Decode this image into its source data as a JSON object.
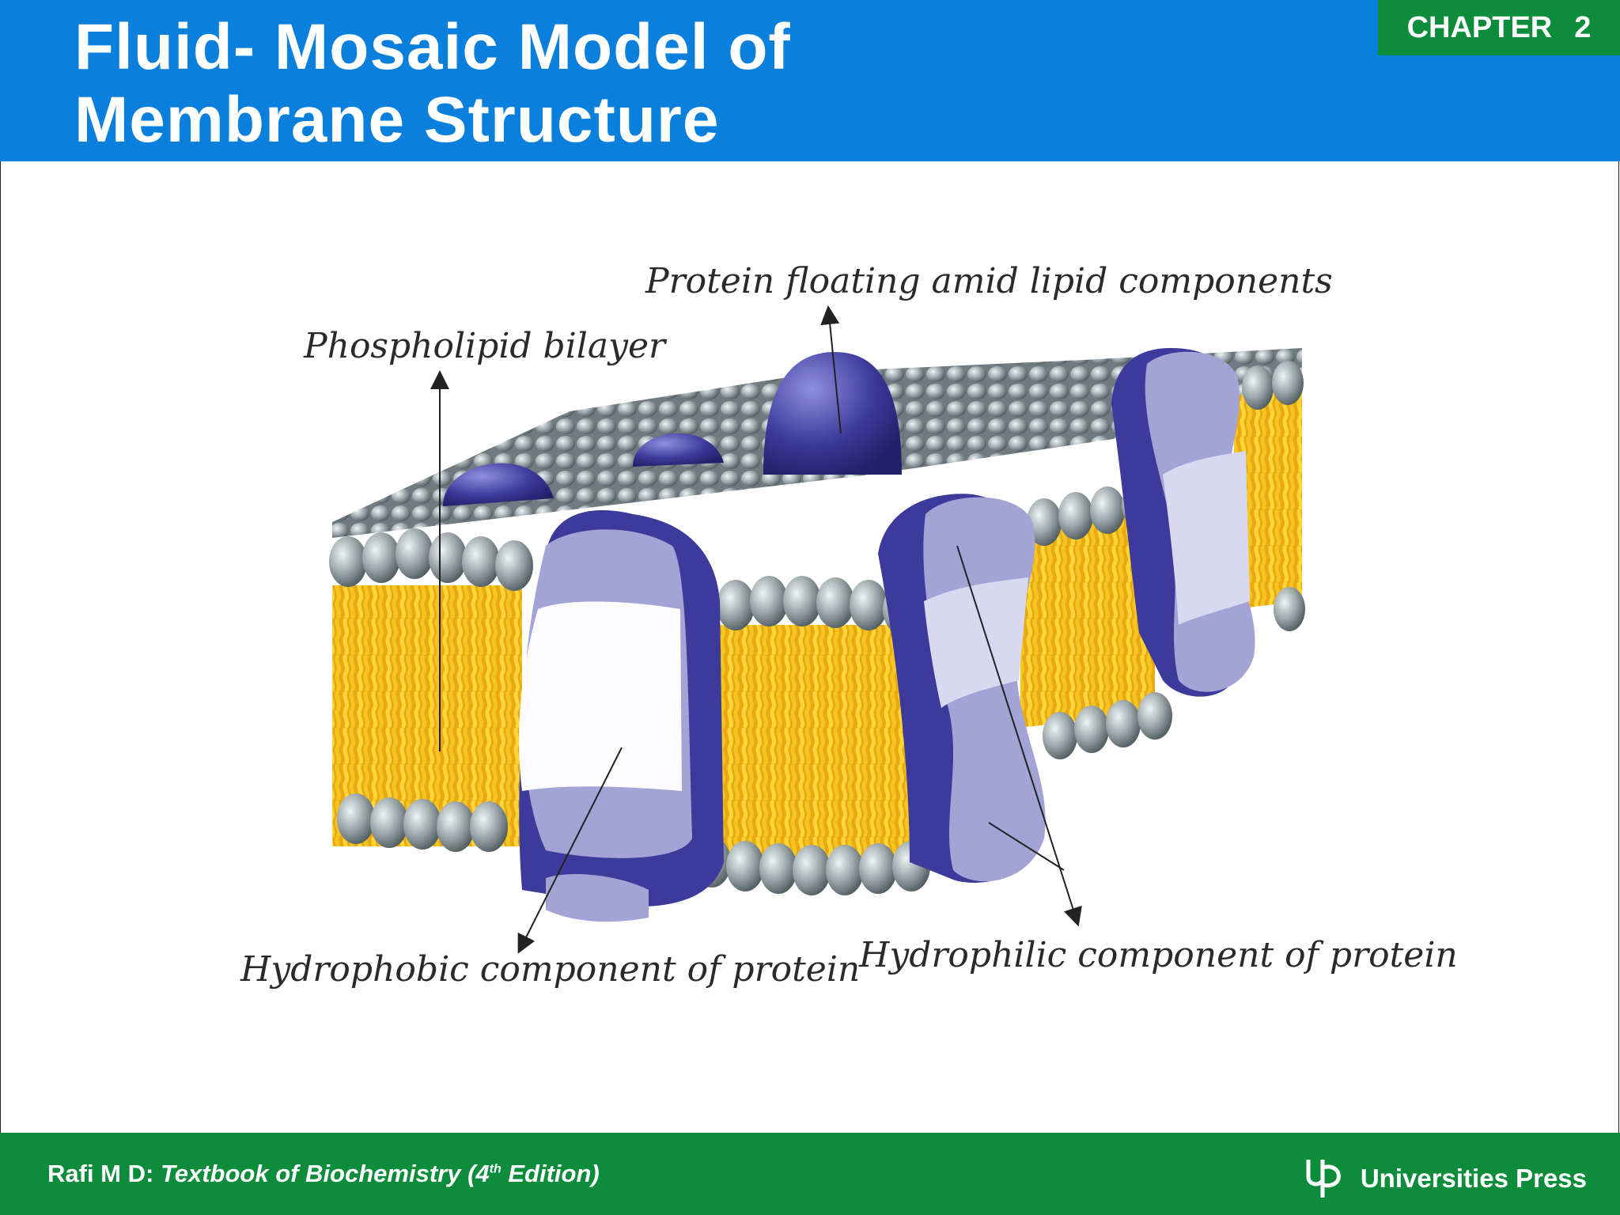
{
  "header": {
    "title_line1": "Fluid- Mosaic Model of",
    "title_line2": "Membrane Structure",
    "chapter_label": "CHAPTER",
    "chapter_number": "2"
  },
  "diagram": {
    "labels": {
      "protein_floating": "Protein floating amid lipid components",
      "phospholipid_bilayer": "Phospholipid bilayer",
      "hydrophobic": "Hydrophobic component of protein",
      "hydrophilic": "Hydrophilic component of protein"
    }
  },
  "footer": {
    "author": "Rafi M D: ",
    "book_title_prefix": "Textbook of Biochemistry (4",
    "edition_sup": "th",
    "book_title_suffix": " Edition)",
    "publisher": "Universities Press"
  },
  "colors": {
    "header_blue": "#0a7fdc",
    "footer_green": "#0d8d3c",
    "lipid_tail_yellow": "#f2c21b",
    "lipid_head_grey": "#9aa5a8",
    "protein_purple": "#3c3a9a",
    "protein_light": "#a3a3d6"
  }
}
